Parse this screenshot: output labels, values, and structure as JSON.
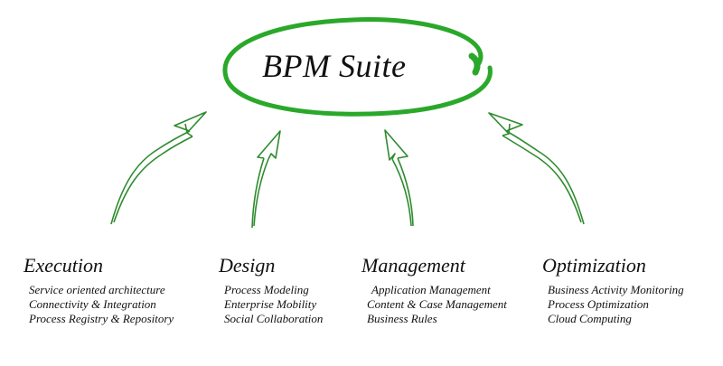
{
  "title": "BPM Suite",
  "colors": {
    "accent": "#2aa82a",
    "arrow": "#2e8b2e",
    "text": "#111111"
  },
  "columns": [
    {
      "heading": "Execution",
      "items": [
        "Service oriented  architecture",
        "Connectivity & Integration",
        "Process Registry & Repository"
      ]
    },
    {
      "heading": "Design",
      "items": [
        "Process Modeling",
        "Enterprise Mobility",
        "Social Collaboration"
      ]
    },
    {
      "heading": "Management",
      "items": [
        "Application Management",
        "Content & Case Management",
        "Business Rules"
      ]
    },
    {
      "heading": "Optimization",
      "items": [
        "Business Activity Monitoring",
        "Process Optimization",
        "Cloud Computing"
      ]
    }
  ]
}
